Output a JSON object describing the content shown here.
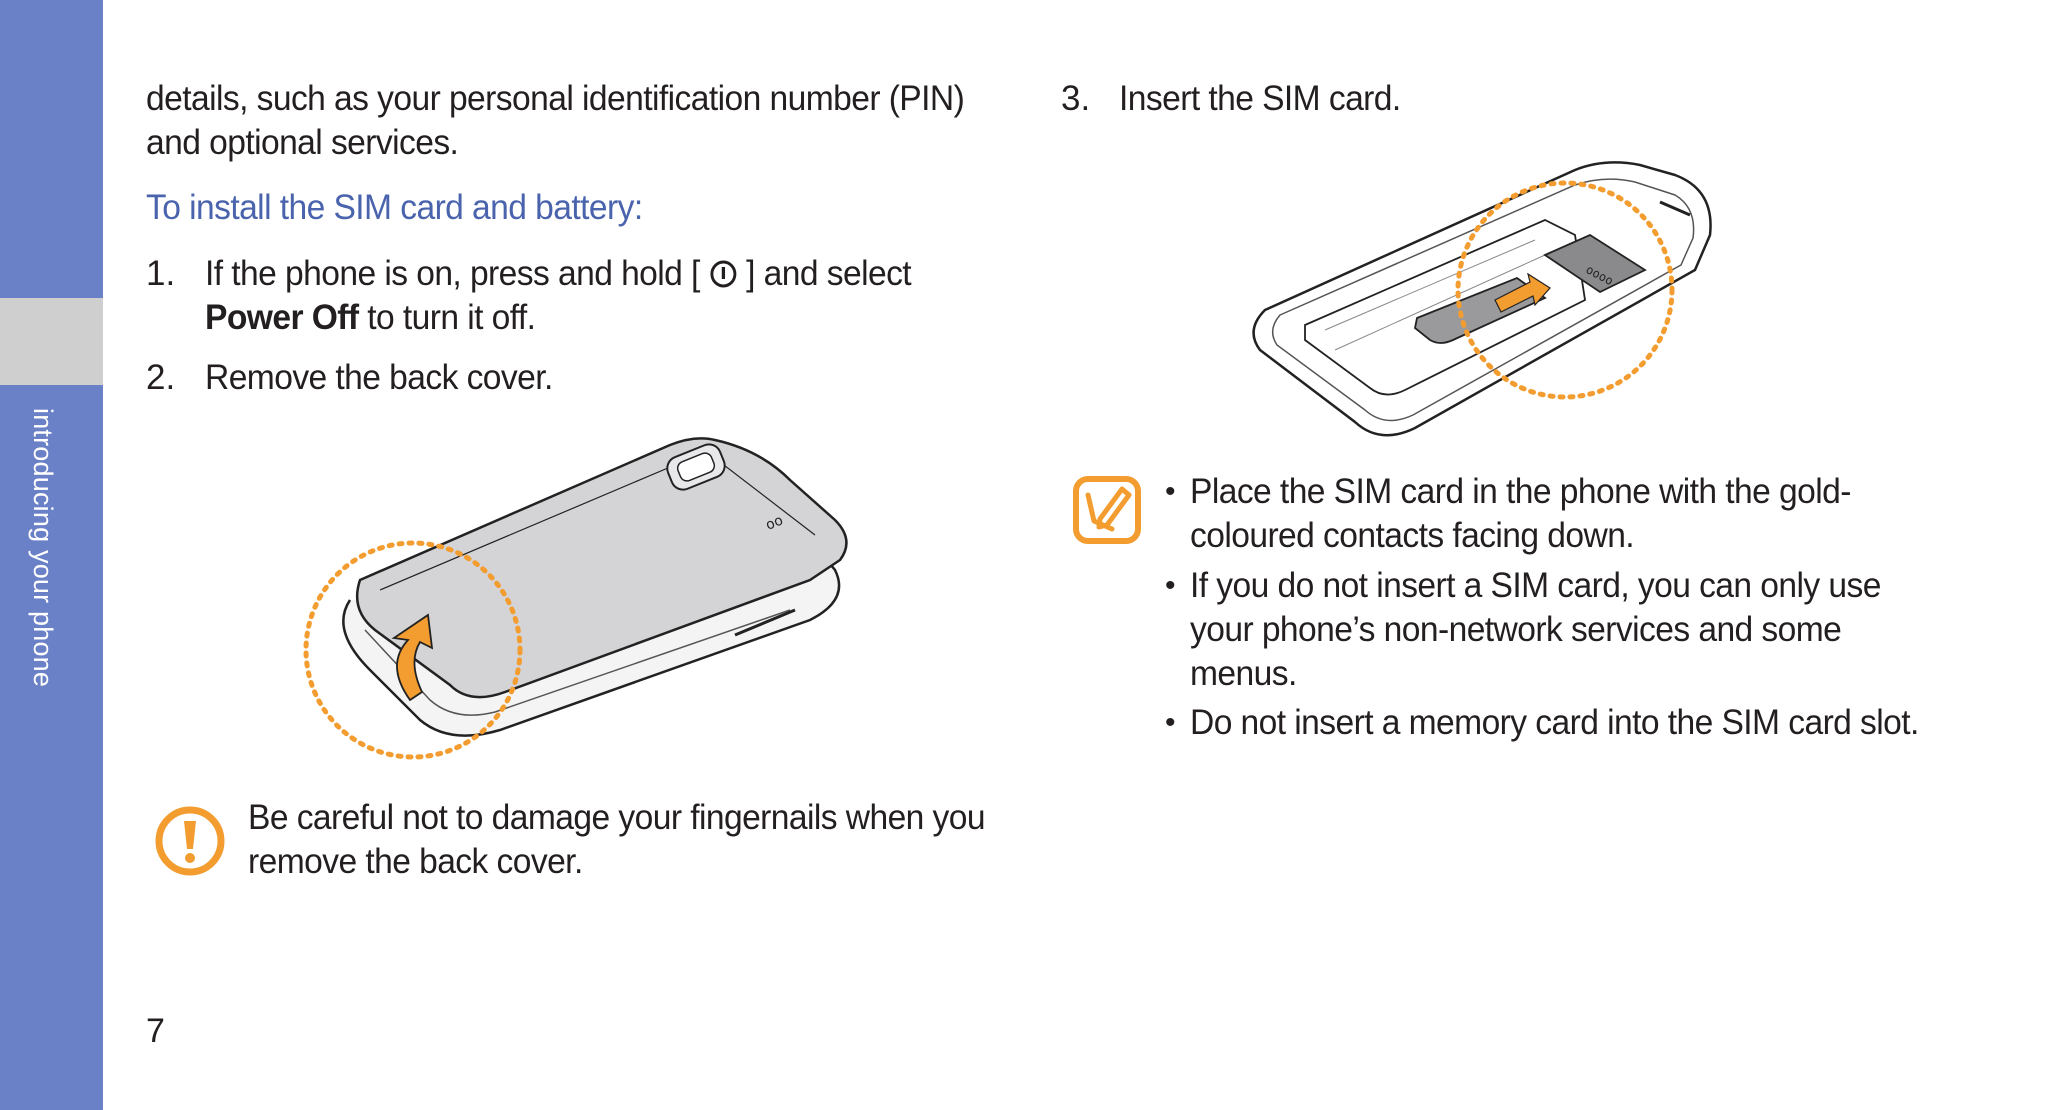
{
  "sidebar": {
    "section_label": "introducing your phone"
  },
  "left": {
    "intro_line1": "details, such as your personal identification number (PIN)",
    "intro_line2": "and optional services.",
    "heading": "To install the SIM card and battery:",
    "steps": [
      {
        "number": "1.",
        "line1_before": "If the phone is on, press and hold [",
        "line1_after": "] and select",
        "line2_bold": "Power Off",
        "line2_rest": " to turn it off.",
        "icon": "power-key-icon"
      },
      {
        "number": "2.",
        "text": "Remove the back cover."
      }
    ],
    "caution": {
      "icon": "caution-icon",
      "line1": "Be careful not to damage your fingernails when you",
      "line2": "remove the back cover."
    }
  },
  "right": {
    "steps": [
      {
        "number": "3.",
        "text": "Insert the SIM card."
      }
    ],
    "note": {
      "icon": "note-icon",
      "bullets": [
        {
          "lines": [
            "Place the SIM card in the phone with the gold-",
            "coloured contacts facing down."
          ]
        },
        {
          "lines": [
            "If you do not insert a SIM card, you can only use",
            "your phone’s non-network services and some",
            "menus."
          ]
        },
        {
          "lines": [
            "Do not insert a memory card into the SIM card slot."
          ]
        }
      ]
    }
  },
  "page_number": "7",
  "colors": {
    "sidebar": "#6a80c7",
    "sidebar_tab": "#cfcfd0",
    "heading": "#4a63ad",
    "accent_orange": "#f39c2f",
    "text": "#231f20"
  }
}
